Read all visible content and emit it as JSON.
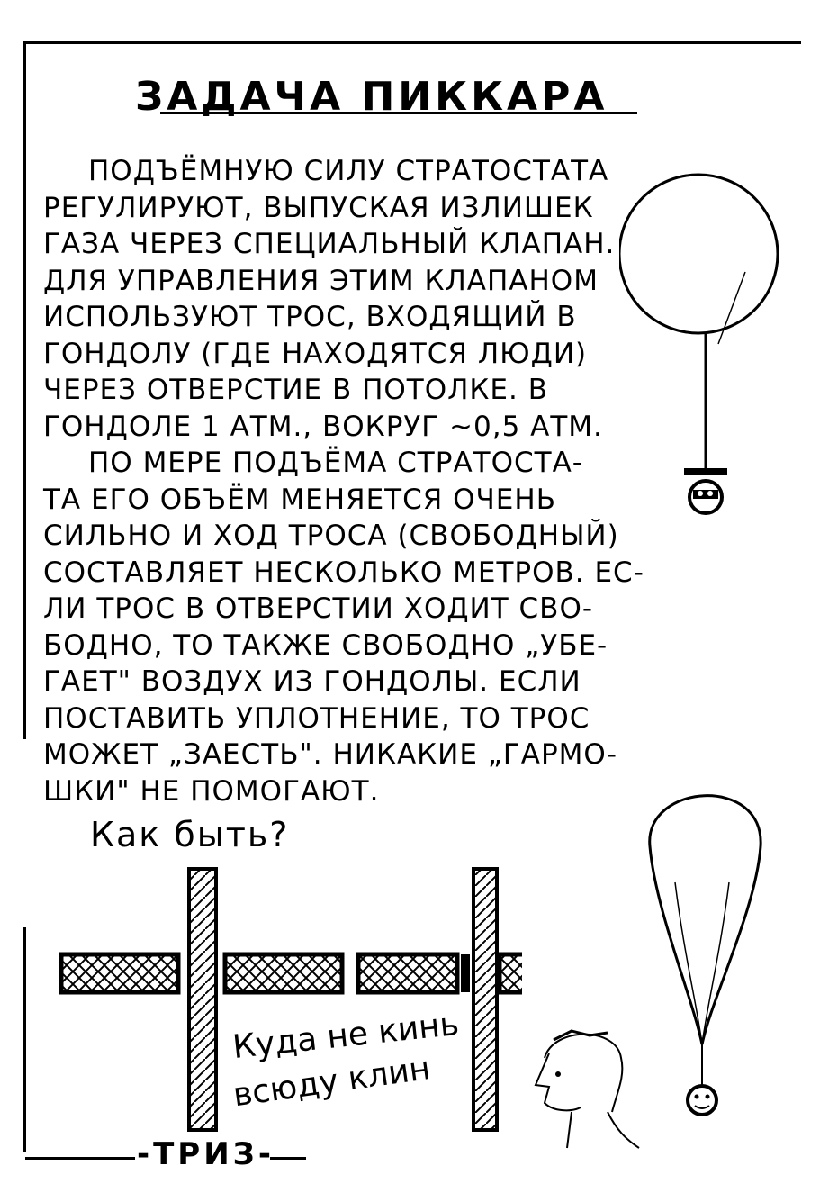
{
  "title": "ЗАДАЧА ПИККАРА",
  "paragraph1": [
    "Подъёмную силу стратостата",
    "регулируют, выпуская излишек",
    "газа через специальный клапан.",
    "Для управления этим клапаном",
    "используют трос, входящий в",
    "гондолу (где находятся люди)",
    "через отверстие в потолке. В",
    "гондоле 1 атм., вокруг ~0,5 атм."
  ],
  "paragraph2": [
    "По мере подъёма стратоста-",
    "та его объём меняется очень",
    "сильно и ход троса (свободный)",
    "составляет несколько метров. Ес-",
    "ли трос в отверстии ходит сво-",
    "бодно, то также свободно „убе-",
    "гает\" воздух из гондолы. Если",
    "поставить уплотнение, то трос",
    "может „заесть\". Никакие „гармо-",
    "шки\" не помогают."
  ],
  "question": "Как быть?",
  "caption": {
    "line1": "Куда не кинь",
    "line2": "всюду клин"
  },
  "footer_logo": "-ТРИЗ-"
}
